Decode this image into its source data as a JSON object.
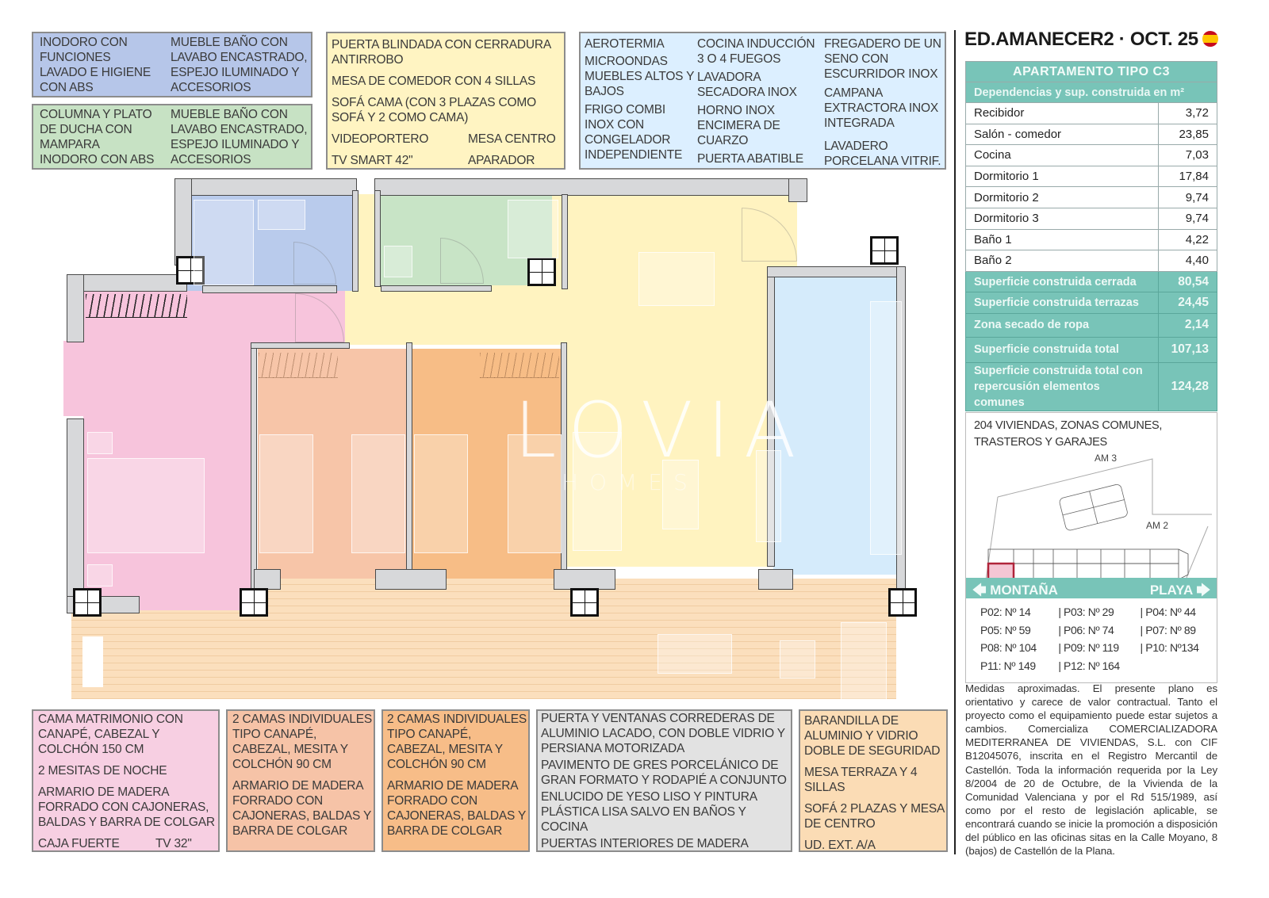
{
  "header": {
    "title": "ED.AMANECER2 · OCT. 25",
    "flag_icon": "spain-flag-icon"
  },
  "legends_top": {
    "bath1": {
      "color": "#b6c6e9",
      "col1": [
        "INODORO CON",
        "FUNCIONES",
        "LAVADO E HIGIENE",
        "CON ABS"
      ],
      "col2": [
        "MUEBLE BAÑO CON",
        "LAVABO ENCASTRADO,",
        "ESPEJO ILUMINADO Y",
        "ACCESORIOS"
      ]
    },
    "bath2": {
      "color": "#c7e2c4",
      "col1": [
        "COLUMNA Y PLATO",
        "DE DUCHA CON",
        "MAMPARA",
        "INODORO CON ABS"
      ],
      "col2": [
        "MUEBLE BAÑO CON",
        "LAVABO ENCASTRADO,",
        "ESPEJO ILUMINADO Y",
        "ACCESORIOS"
      ]
    },
    "living": {
      "color": "#fff4c2",
      "items": [
        "PUERTA BLINDADA CON CERRADURA ANTIRROBO",
        "MESA DE COMEDOR CON 4 SILLAS",
        "SOFÁ CAMA (CON 3 PLAZAS COMO SOFÁ Y 2 COMO CAMA)"
      ],
      "pair1": [
        "VIDEOPORTERO",
        "MESA CENTRO"
      ],
      "pair2": [
        "TV SMART 42\"",
        "APARADOR"
      ]
    },
    "kitchen": {
      "color": "#dcefff",
      "col1": [
        "AEROTERMIA",
        "MICROONDAS",
        "MUEBLES ALTOS Y BAJOS",
        "FRIGO COMBI INOX CON CONGELADOR INDEPENDIENTE"
      ],
      "col2": [
        "COCINA INDUCCIÓN 3 O 4 FUEGOS",
        "LAVADORA SECADORA INOX",
        "HORNO INOX",
        "ENCIMERA DE CUARZO",
        "PUERTA ABATIBLE"
      ],
      "col3": [
        "FREGADERO DE UN SENO CON ESCURRIDOR INOX",
        "CAMPANA EXTRACTORA INOX INTEGRADA",
        "LAVADERO PORCELANA VITRIF."
      ]
    }
  },
  "legends_bottom": {
    "master": {
      "color": "#f7cfe2",
      "items": [
        "CAMA MATRIMONIO CON CANAPÉ, CABEZAL Y COLCHÓN 150 CM",
        "2 MESITAS DE NOCHE",
        "ARMARIO DE MADERA FORRADO CON CAJONERAS, BALDAS Y BARRA DE COLGAR"
      ],
      "pair": [
        "CAJA FUERTE",
        "TV 32\""
      ]
    },
    "bed2": {
      "color": "#f6c3a7",
      "items": [
        "2 CAMAS INDIVIDUALES TIPO CANAPÉ, CABEZAL, MESITA Y COLCHÓN 90 CM",
        "ARMARIO DE MADERA FORRADO CON CAJONERAS, BALDAS Y BARRA DE COLGAR"
      ]
    },
    "bed3": {
      "color": "#f7bd88",
      "items": [
        "2 CAMAS INDIVIDUALES TIPO CANAPÉ, CABEZAL, MESITA Y COLCHÓN 90 CM",
        "ARMARIO DE MADERA FORRADO CON CAJONERAS, BALDAS Y BARRA DE COLGAR"
      ]
    },
    "general": {
      "color": "#e2e2e2",
      "items": [
        "PUERTA Y VENTANAS CORREDERAS DE ALUMINIO LACADO, CON DOBLE VIDRIO Y PERSIANA MOTORIZADA",
        "PAVIMENTO DE GRES PORCELÁNICO DE GRAN FORMATO Y RODAPIÉ A CONJUNTO",
        "ENLUCIDO DE YESO LISO Y PINTURA PLÁSTICA LISA SALVO EN BAÑOS Y COCINA",
        "PUERTAS INTERIORES DE MADERA"
      ]
    },
    "terrace": {
      "color": "#fbdcb5",
      "items": [
        "BARANDILLA DE ALUMINIO Y VIDRIO DOBLE DE SEGURIDAD",
        "MESA TERRAZA Y 4 SILLAS",
        "SOFÁ 2 PLAZAS Y MESA DE CENTRO",
        "UD. EXT. A/A"
      ]
    }
  },
  "watermark": {
    "brand": "LOVIA",
    "sub": "HOMES"
  },
  "surfaces": {
    "title": "APARTAMENTO TIPO C3",
    "subtitle": "Dependencias y sup. construida en m²",
    "rooms": [
      {
        "name": "Recibidor",
        "value": "3,72"
      },
      {
        "name": "Salón - comedor",
        "value": "23,85"
      },
      {
        "name": "Cocina",
        "value": "7,03"
      },
      {
        "name": "Dormitorio 1",
        "value": "17,84"
      },
      {
        "name": "Dormitorio 2",
        "value": "9,74"
      },
      {
        "name": "Dormitorio 3",
        "value": "9,74"
      },
      {
        "name": "Baño 1",
        "value": "4,22"
      },
      {
        "name": "Baño 2",
        "value": "4,40"
      }
    ],
    "totals": [
      {
        "name": "Superficie construida cerrada",
        "value": "80,54"
      },
      {
        "name": "Superficie construida terrazas",
        "value": "24,45"
      },
      {
        "name": "Zona secado de ropa",
        "value": "2,14"
      },
      {
        "name": "Superficie construida total",
        "value": "107,13"
      },
      {
        "name": "Superficie construida total con repercusión elementos comunes",
        "value": "124,28"
      }
    ],
    "accent_color": "#78c4b8"
  },
  "site": {
    "caption": "204 VIVIENDAS, ZONAS COMUNES, TRASTEROS Y GARAJES",
    "label_am3": "AM 3",
    "label_am2": "AM 2",
    "highlight_color": "#b0243a",
    "dir_left": "MONTAÑA",
    "dir_right": "PLAYA",
    "portals": [
      [
        "P02: Nº 14",
        "| P03: Nº 29",
        "| P04: Nº 44"
      ],
      [
        "P05: Nº 59",
        "| P06: Nº 74",
        "| P07: Nº 89"
      ],
      [
        "P08: Nº 104",
        "| P09: Nº 119",
        "| P10: Nº134"
      ],
      [
        "P11: Nº 149",
        "| P12: Nº 164",
        ""
      ]
    ]
  },
  "disclaimer": "Medidas aproximadas. El presente plano es orientativo y carece de valor contractual. Tanto el proyecto como el equipamiento puede estar sujetos a cambios. Comercializa COMERCIALIZADORA MEDITERRANEA DE VIVIENDAS, S.L. con CIF B12045076, inscrita en el Registro Mercantil de Castellón. Toda la información requerida por la Ley 8/2004 de 20 de Octubre, de la Vivienda de la Comunidad Valenciana y por el Rd 515/1989, así como por el resto de legislación aplicable, se encontrará cuando se inicie la promoción a disposición del público en las oficinas sitas en la Calle Moyano, 8 (bajos) de Castellón de la Plana."
}
